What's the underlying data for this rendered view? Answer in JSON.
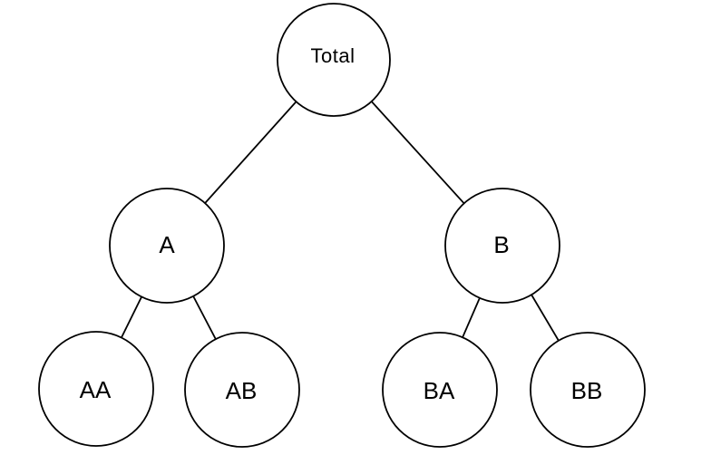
{
  "diagram": {
    "type": "tree-hierarchy",
    "background": "#ffffff",
    "colors": {
      "node_fill": "#ffffff",
      "node_stroke": "#000000",
      "edge_stroke": "#000000",
      "text": "#000000"
    },
    "nodes": {
      "total": {
        "label": "Total"
      },
      "a": {
        "label": "A"
      },
      "b": {
        "label": "B"
      },
      "aa": {
        "label": "AA"
      },
      "ab": {
        "label": "AB"
      },
      "ba": {
        "label": "BA"
      },
      "bb": {
        "label": "BB"
      }
    },
    "edges": [
      {
        "from": "Total",
        "to": "A"
      },
      {
        "from": "Total",
        "to": "B"
      },
      {
        "from": "A",
        "to": "AA"
      },
      {
        "from": "A",
        "to": "AB"
      },
      {
        "from": "B",
        "to": "BA"
      },
      {
        "from": "B",
        "to": "BB"
      }
    ]
  }
}
